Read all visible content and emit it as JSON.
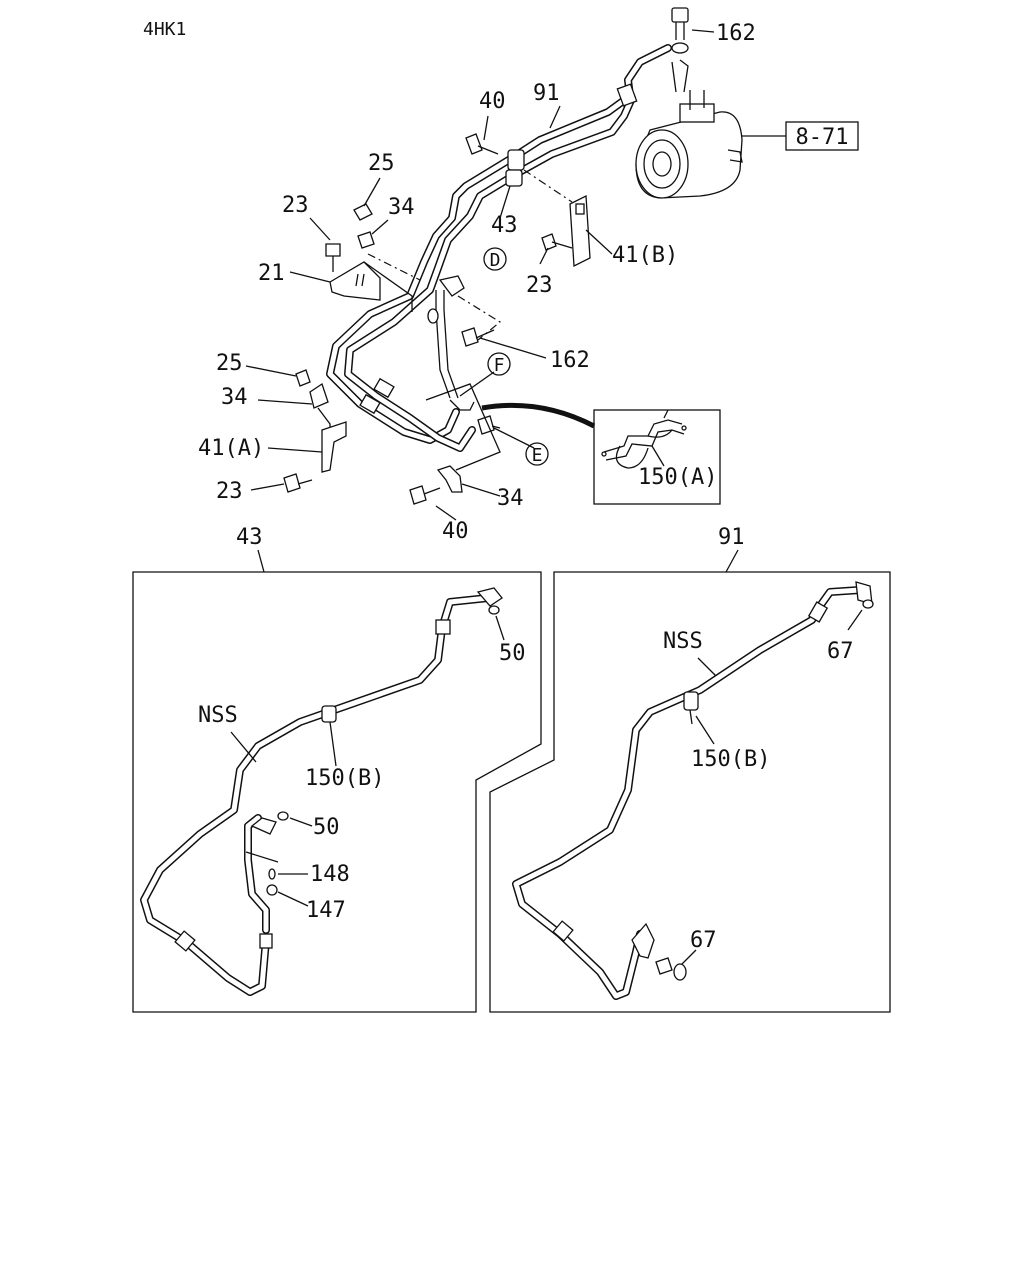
{
  "engine_code": "4HK1",
  "labels": {
    "p162_top": "162",
    "p91_top": "91",
    "p40_top": "40",
    "ref_8_71": "8-71",
    "p25_top": "25",
    "p34_top": "34",
    "p23_top": "23",
    "p43_mid": "43",
    "p41b": "41(B)",
    "p21": "21",
    "circle_d": "D",
    "p23_mid": "23",
    "p162_mid": "162",
    "p25_left": "25",
    "circle_f": "F",
    "p34_left": "34",
    "p41a": "41(A)",
    "circle_e": "E",
    "p23_bottom": "23",
    "p34_bottom": "34",
    "p40_bottom": "40",
    "p150a": "150(A)",
    "p43_detail": "43",
    "p91_detail": "91"
  },
  "panel_43": {
    "p50_top": "50",
    "nss": "NSS",
    "p150b": "150(B)",
    "p50_mid": "50",
    "p148": "148",
    "p147": "147"
  },
  "panel_91": {
    "nss": "NSS",
    "p67_top": "67",
    "p150b": "150(B)",
    "p67_bottom": "67"
  }
}
